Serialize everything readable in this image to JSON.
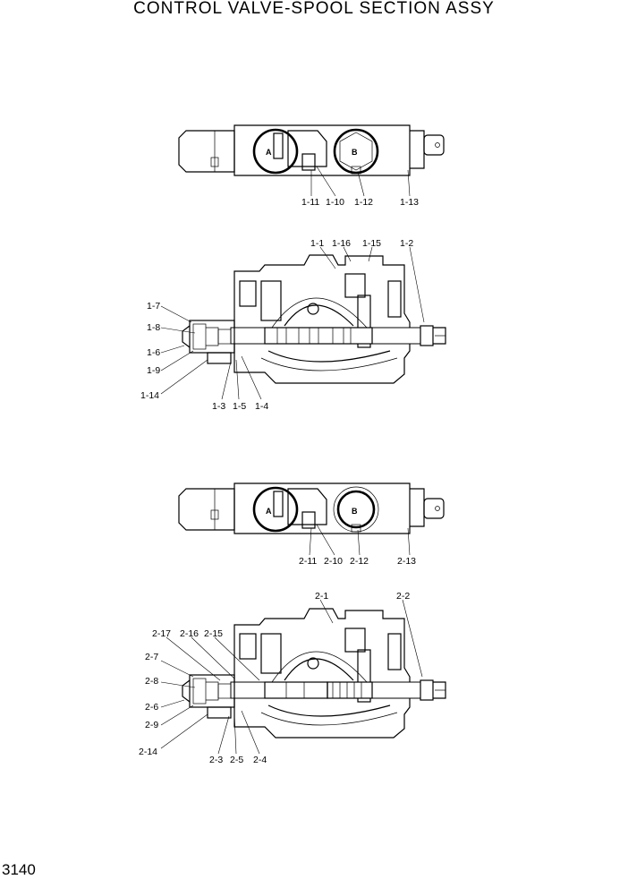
{
  "title": "CONTROL VALVE-SPOOL SECTION ASSY",
  "page_number": "3140",
  "port_labels": {
    "a": "A",
    "b": "B"
  },
  "view1_labels": [
    "1-11",
    "1-10",
    "1-12",
    "1-13"
  ],
  "view2_labels": [
    "1-1",
    "1-16",
    "1-15",
    "1-2",
    "1-7",
    "1-8",
    "1-6",
    "1-9",
    "1-14",
    "1-3",
    "1-5",
    "1-4"
  ],
  "view3_labels": [
    "2-11",
    "2-10",
    "2-12",
    "2-13"
  ],
  "view4_labels": [
    "2-1",
    "2-2",
    "2-17",
    "2-16",
    "2-15",
    "2-7",
    "2-8",
    "2-6",
    "2-9",
    "2-14",
    "2-3",
    "2-5",
    "2-4"
  ]
}
